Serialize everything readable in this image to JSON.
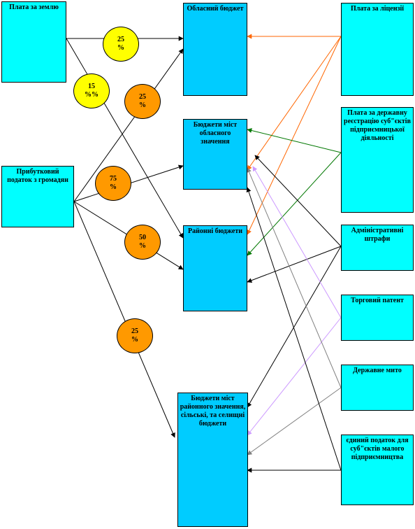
{
  "sources": {
    "land_fee": "Плата за землю",
    "income_tax": "Прибутковий податок з громадян",
    "license_fee": "Плата за ліцензії",
    "registration_fee": "Плата за державну реєстрацію суб\"єктів підприємницької діяльності",
    "admin_fines": "Адміністративні штрафи",
    "trade_patent": "Торговий патент",
    "state_duty": "Державне мито",
    "single_tax": "єдиний податок для суб\"єктів малого підприємництва"
  },
  "targets": {
    "regional_budget": "Обласний бюджет",
    "city_budgets_regional": "Бюджети міст обласного значення",
    "district_budgets": "Районні бюджети",
    "city_budgets_district": "Бюджети міст районного значення, сільські, та селищні бюджети"
  },
  "shares": {
    "land_to_regional": "25\n%",
    "land_to_district": "15\n%%",
    "income_to_regional": "25\n%",
    "income_to_city_regional": "75\n%",
    "income_to_district": "50\n%",
    "income_to_city_district": "25\n%"
  },
  "colors": {
    "source_box": "#00ffff",
    "target_box": "#00ccff",
    "badge_yellow": "#ffff00",
    "badge_orange": "#ff9900",
    "arrow_black": "#000000",
    "arrow_orange": "#ff6600",
    "arrow_green": "#007700",
    "arrow_gray": "#808080",
    "arrow_violet": "#cc99ff"
  }
}
